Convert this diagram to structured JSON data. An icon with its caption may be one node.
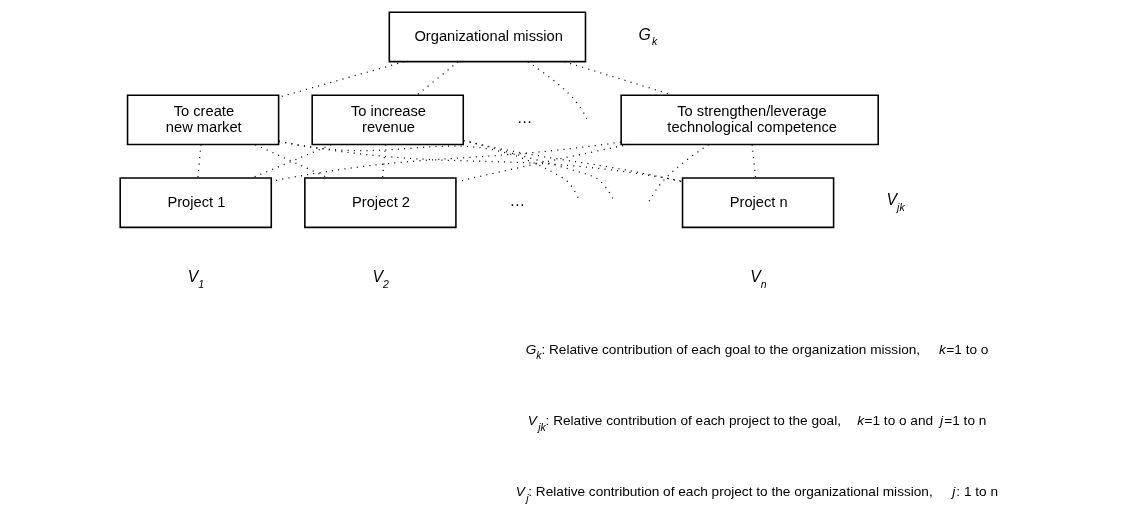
{
  "diagram": {
    "nodes": [
      {
        "text": [
          "Organizational mission"
        ]
      },
      {
        "text": [
          "To create new market"
        ]
      },
      {
        "text": [
          "To increase revenue"
        ]
      },
      {
        "text": [
          "To strengthen/leverage technological competence"
        ]
      },
      {
        "text": [
          "Project 1"
        ]
      },
      {
        "text": [
          "Project 2"
        ]
      },
      {
        "text": [
          "Project n"
        ]
      }
    ],
    "edges": [
      {
        "from": 0,
        "to": 1,
        "arrow": "none"
      },
      {
        "from": 0,
        "to": 2,
        "arrow": "none"
      },
      {
        "from": 0,
        "to": null,
        "arrow": "none"
      },
      {
        "from": 0,
        "to": 3,
        "arrow": "none"
      },
      {
        "from": 1,
        "to": 4,
        "arrow": "none"
      },
      {
        "from": 1,
        "to": 5,
        "arrow": "none"
      },
      {
        "from": 1,
        "to": null,
        "arrow": "none"
      },
      {
        "from": 1,
        "to": 6,
        "arrow": "none"
      },
      {
        "from": 2,
        "to": 4,
        "arrow": "none"
      },
      {
        "from": 2,
        "to": 5,
        "arrow": "none"
      },
      {
        "from": 2,
        "to": null,
        "arrow": "none"
      },
      {
        "from": 2,
        "to": 6,
        "arrow": "none"
      },
      {
        "from": 3,
        "to": 4,
        "arrow": "none"
      },
      {
        "from": 3,
        "to": 5,
        "arrow": "none"
      },
      {
        "from": 3,
        "to": null,
        "arrow": "none"
      },
      {
        "from": 3,
        "to": 6,
        "arrow": "none"
      }
    ],
    "labels": [
      "G$_{k}$",
      "…",
      "V$_{jk}$",
      "…",
      "V$_{1}$",
      "V$_{2}$",
      "V$_{n}$",
      "*G*$_{k}$: Relative contribution of each goal to the organization mission, *k*=1 to o",
      "*V*$_{jk}$: Relative contribution of each project to the goal, *k*=1 to o and *j*=1 to n",
      "*V*$_{j}$: Relative contribution of each project to the organizational mission, *j*: 1 to n"
    ]
  }
}
